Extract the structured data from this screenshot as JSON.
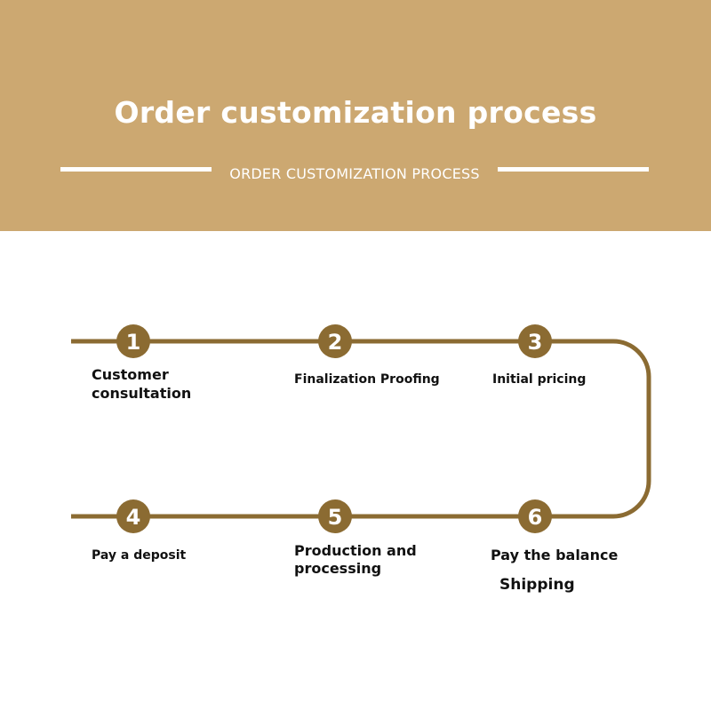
{
  "header": {
    "title": "Order customization process",
    "subtitle": "ORDER CUSTOMIZATION PROCESS"
  },
  "colors": {
    "banner": "#cca871",
    "line": "#8b6b32",
    "text": "#111111"
  },
  "steps": [
    {
      "number": "1",
      "label": "Customer\nconsultation"
    },
    {
      "number": "2",
      "label": "Finalization Proofing"
    },
    {
      "number": "3",
      "label": "Initial pricing"
    },
    {
      "number": "4",
      "label": "Pay a deposit"
    },
    {
      "number": "5",
      "label": "Production and\nprocessing"
    },
    {
      "number": "6",
      "label": "Pay the balance",
      "sublabel": "Shipping"
    }
  ]
}
